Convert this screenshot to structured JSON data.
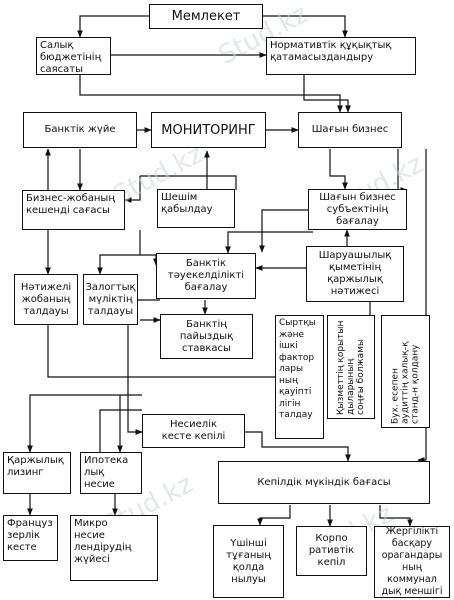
{
  "watermark": "Stud.kz",
  "nodes": {
    "state": "Мемлекет",
    "tax_policy": "Салық\nбюджетінің\nсаясаты",
    "legal_support": "Нормативтік құқықтық\nқатамасыздандыру",
    "banking_system": "Банктік жүйе",
    "monitoring": "МОНИТОРИНГ",
    "small_business": "Шағын бизнес",
    "business_risk": "Бизнес-жобаның\nкешенді сағасы",
    "decision": "Шешім\nқабылдау",
    "small_business_assessment": "Шағын бизнес\nсубъектінің\nбағалау",
    "bank_credit_risk": "Банктік\nтәуекелділікті\nбағалау",
    "farm_results": "Шаруашылық\nқыметінің\nқаржылық\nнәтижесі",
    "result_analysis": "Нәтижелі\nжобаның\nталдауы",
    "collateral_analysis": "Залогтық\nмүліктің\nталдауы",
    "bank_interest_rate": "Банктің\nпайыздық\nставкасы",
    "external_factors": "Сыртқы\nжәне\nішкі\nфактор\nлары\nның\nқауіпті\nлігін\nталдау",
    "forecast": "Қызметтің қорытын\nдыларының\nсоңғы болжамы",
    "accounting": "Бух. есепен\nаудиттің халық-қ\nстанд-н қолдану",
    "loan_guarantee": "Несиелік\nкесте кепілі",
    "financial_leasing": "Қаржылық\nлизинг",
    "mortgage": "Ипотека\nлық\nнесие",
    "french_scheme": "Француз\nзерлік\nкесте",
    "microcredit": "Микро\nнесие\nлендірудің\nжүйесі",
    "collateral_valuation": "Кепілдік мүкіндік бағасы",
    "third_party": "Үшінші\nтұғаның\nқолда\nнылуы",
    "corporate_guarantee": "Корпо\nративтік\nкепіл",
    "local_authorities": "Жергілікті\nбасқару\nорагандары\nның\nкоммунал\nдық меншігі"
  }
}
